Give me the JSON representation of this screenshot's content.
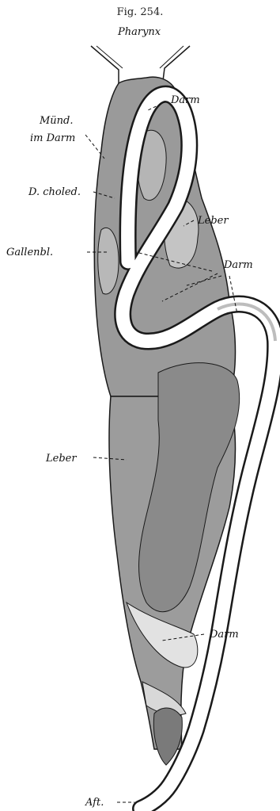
{
  "figure": {
    "caption": "Fig. 254."
  },
  "labels": {
    "pharynx": "Pharynx",
    "darm_top": "Darm",
    "muend_line1": "Münd.",
    "muend_line2": "im Darm",
    "d_choled": "D. choled.",
    "leber_right": "Leber",
    "darm_mid": "Darm",
    "gallenbl": "Gallenbl.",
    "leber_left": "Leber",
    "darm_bottom": "Darm",
    "aft": "Aft."
  },
  "colors": {
    "tissue_dark": "#8a8a8a",
    "tissue_mid": "#a9a9a9",
    "tissue_light": "#c4c4c4",
    "gut_wall": "#ffffff",
    "ink": "#1a1a1a"
  }
}
